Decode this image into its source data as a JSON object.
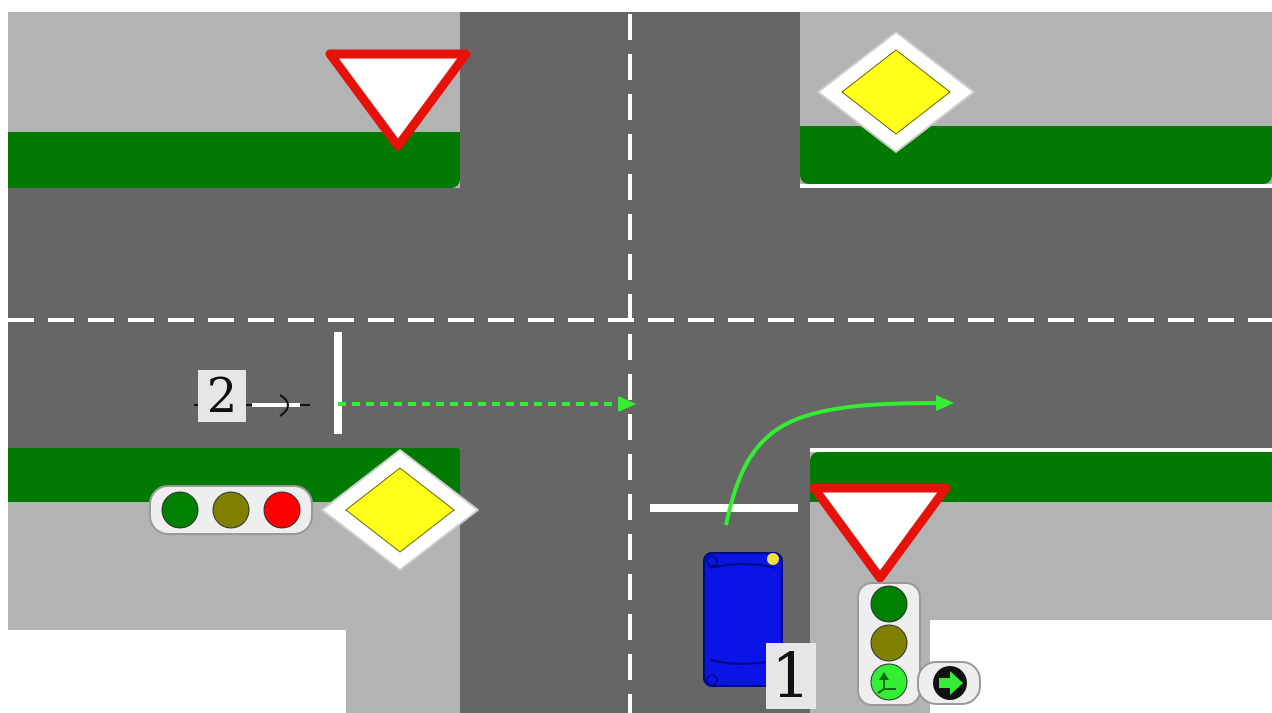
{
  "labels": {
    "vehicle_1": "1",
    "vehicle_2": "2"
  },
  "colors": {
    "road": "#666666",
    "sidewalk": "#b3b3b3",
    "grass": "#007a00",
    "background": "#ffffff",
    "marking": "#ffffff",
    "path_arrow": "#33ee33",
    "car": "#0a14e6",
    "car_light": "#f0e040",
    "yield_border": "#e6120a",
    "priority_fill": "#ffff1a",
    "light_green": "#008000",
    "light_amber": "#808000",
    "light_red": "#ff0000",
    "light_green_arrow_lit": "#33ee33"
  },
  "signs": {
    "yield": [
      "yield-sign-top-left",
      "yield-sign-bottom-right"
    ],
    "priority_road": [
      "priority-sign-top-right",
      "priority-sign-bottom-left"
    ]
  },
  "traffic_lights": {
    "left": {
      "orientation": "horizontal",
      "lamps": [
        "green",
        "amber",
        "red"
      ]
    },
    "right": {
      "orientation": "vertical",
      "lamps": [
        "green",
        "amber",
        "green-arrow-lit"
      ],
      "extra_section": "green-right-arrow"
    }
  }
}
